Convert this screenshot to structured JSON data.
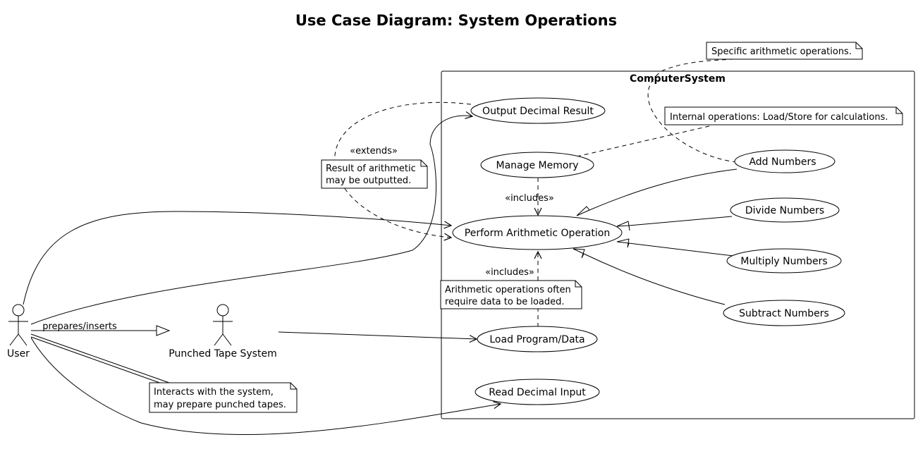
{
  "title": "Use Case Diagram: System Operations",
  "system": {
    "name": "ComputerSystem"
  },
  "actors": {
    "user": "User",
    "punched_tape": "Punched Tape System"
  },
  "use_cases": {
    "output_decimal": "Output Decimal Result",
    "manage_memory": "Manage Memory",
    "perform_arithmetic": "Perform Arithmetic Operation",
    "load_program": "Load Program/Data",
    "read_decimal": "Read Decimal Input",
    "add_numbers": "Add Numbers",
    "divide_numbers": "Divide Numbers",
    "multiply_numbers": "Multiply Numbers",
    "subtract_numbers": "Subtract Numbers"
  },
  "relations": {
    "extends": "«extends»",
    "includes_memory": "«includes»",
    "includes_load": "«includes»",
    "prepares": "prepares/inserts"
  },
  "notes": {
    "specific_ops": [
      "Specific arithmetic operations."
    ],
    "internal_ops": [
      "Internal operations: Load/Store for calculations."
    ],
    "result_output": [
      "Result of arithmetic",
      "may be outputted."
    ],
    "data_loaded": [
      "Arithmetic operations often",
      "require data to be loaded."
    ],
    "user_interacts": [
      "Interacts with the system,",
      "may prepare punched tapes."
    ]
  }
}
